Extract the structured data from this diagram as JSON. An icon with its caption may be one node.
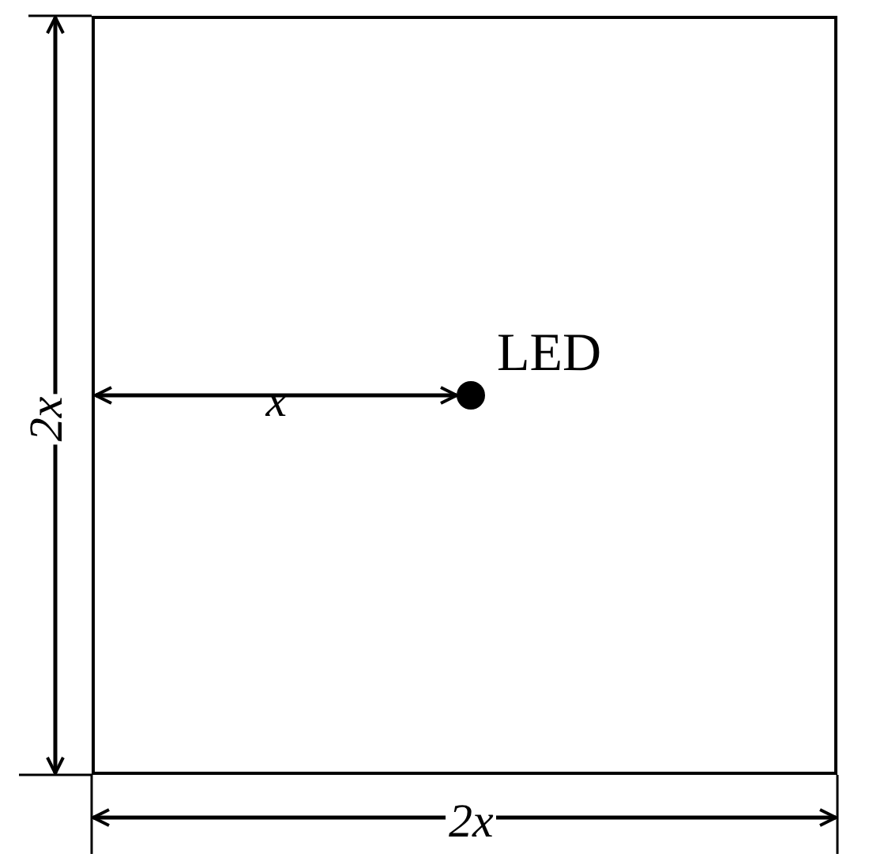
{
  "diagram": {
    "nodes": [
      {
        "text": [],
        "shape": "box"
      },
      {
        "text": [],
        "shape": "circle",
        "beside": [
          "LED"
        ],
        "in": 0
      }
    ],
    "edges": [
      {
        "from": 0,
        "to": 1,
        "arrow": "both",
        "label": "x"
      }
    ],
    "labels": [
      "2x",
      "2x"
    ]
  }
}
